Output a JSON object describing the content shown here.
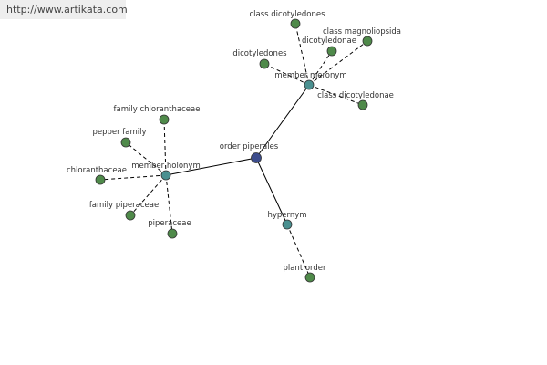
{
  "watermark": "http://www.artikata.com",
  "colors": {
    "root": "#3c4c8c",
    "relation": "#4a9090",
    "leaf": "#4f8a4a"
  },
  "nodes": [
    {
      "id": "order_piperales",
      "label": "order piperales",
      "kind": "root"
    },
    {
      "id": "member_meronym",
      "label": "member meronym",
      "kind": "relation"
    },
    {
      "id": "member_holonym",
      "label": "member holonym",
      "kind": "relation"
    },
    {
      "id": "hypernym",
      "label": "hypernym",
      "kind": "relation"
    },
    {
      "id": "class_dicotyledones",
      "label": "class dicotyledones",
      "kind": "leaf"
    },
    {
      "id": "class_magnoliopsida",
      "label": "class magnoliopsida",
      "kind": "leaf"
    },
    {
      "id": "dicotyledonae",
      "label": "dicotyledonae",
      "kind": "leaf"
    },
    {
      "id": "dicotyledones",
      "label": "dicotyledones",
      "kind": "leaf"
    },
    {
      "id": "class_dicotyledonae",
      "label": "class dicotyledonae",
      "kind": "leaf"
    },
    {
      "id": "family_chloranthaceae",
      "label": "family chloranthaceae",
      "kind": "leaf"
    },
    {
      "id": "pepper_family",
      "label": "pepper family",
      "kind": "leaf"
    },
    {
      "id": "chloranthaceae",
      "label": "chloranthaceae",
      "kind": "leaf"
    },
    {
      "id": "family_piperaceae",
      "label": "family piperaceae",
      "kind": "leaf"
    },
    {
      "id": "piperaceae",
      "label": "piperaceae",
      "kind": "leaf"
    },
    {
      "id": "plant_order",
      "label": "plant order",
      "kind": "leaf"
    }
  ],
  "edges": [
    {
      "from": "order_piperales",
      "to": "member_meronym",
      "style": "solid"
    },
    {
      "from": "order_piperales",
      "to": "member_holonym",
      "style": "solid"
    },
    {
      "from": "order_piperales",
      "to": "hypernym",
      "style": "solid"
    },
    {
      "from": "member_meronym",
      "to": "class_dicotyledones",
      "style": "dashed"
    },
    {
      "from": "member_meronym",
      "to": "class_magnoliopsida",
      "style": "dashed"
    },
    {
      "from": "member_meronym",
      "to": "dicotyledonae",
      "style": "dashed"
    },
    {
      "from": "member_meronym",
      "to": "dicotyledones",
      "style": "dashed"
    },
    {
      "from": "member_meronym",
      "to": "class_dicotyledonae",
      "style": "dashed"
    },
    {
      "from": "member_holonym",
      "to": "family_chloranthaceae",
      "style": "dashed"
    },
    {
      "from": "member_holonym",
      "to": "pepper_family",
      "style": "dashed"
    },
    {
      "from": "member_holonym",
      "to": "chloranthaceae",
      "style": "dashed"
    },
    {
      "from": "member_holonym",
      "to": "family_piperaceae",
      "style": "dashed"
    },
    {
      "from": "member_holonym",
      "to": "piperaceae",
      "style": "dashed"
    },
    {
      "from": "hypernym",
      "to": "plant_order",
      "style": "dashed"
    }
  ]
}
